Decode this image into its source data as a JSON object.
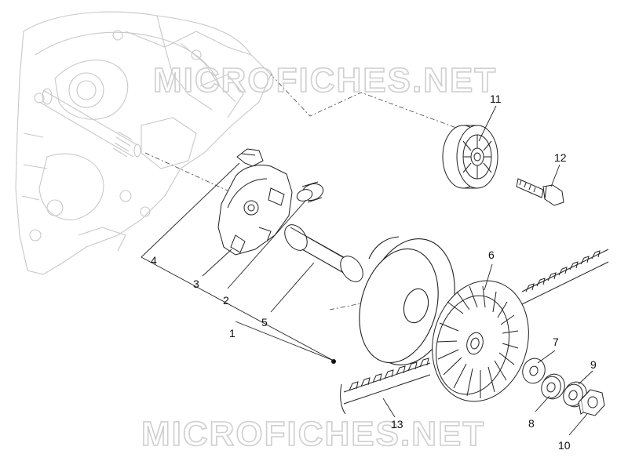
{
  "watermark": {
    "text": "MICROFICHES.NET"
  },
  "callouts": {
    "c1": "1",
    "c2": "2",
    "c3": "3",
    "c4": "4",
    "c5": "5",
    "c6": "6",
    "c7": "7",
    "c8": "8",
    "c9": "9",
    "c10": "10",
    "c11": "11",
    "c12": "12",
    "c13": "13"
  },
  "colors": {
    "line": "#222222",
    "ghost": "#c8c8c8",
    "watermark": "#cfcfcf"
  }
}
